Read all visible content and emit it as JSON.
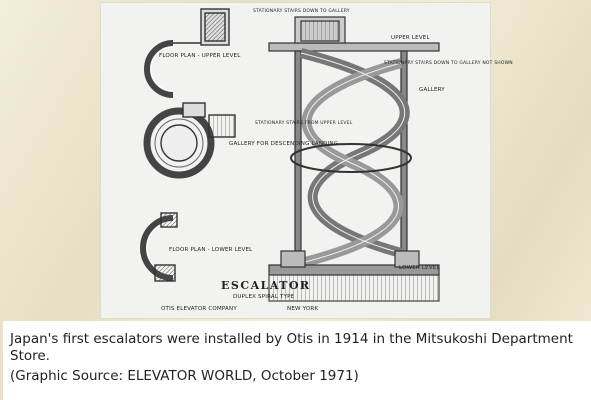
{
  "drawing": {
    "labels": {
      "stairs_top": "STATIONARY STAIRS DOWN TO GALLERY",
      "floor_plan_upper": "FLOOR PLAN - UPPER LEVEL",
      "stairs_from_upper": "STATIONARY STAIRS FROM UPPER LEVEL",
      "gallery_descending": "GALLERY FOR DESCENDING LANDING",
      "floor_plan_lower": "FLOOR PLAN - LOWER LEVEL",
      "upper_level": "UPPER LEVEL",
      "stairs_gallery_note": "STATIONARY STAIRS DOWN TO GALLERY NOT SHOWN",
      "gallery": "GALLERY",
      "lower_level": "LOWER LEVEL",
      "title": "ESCALATOR",
      "subtitle": "DUPLEX SPIRAL TYPE",
      "company": "OTIS ELEVATOR COMPANY",
      "city": "NEW YORK"
    }
  },
  "caption": {
    "line1": "Japan's first escalators were installed by Otis in 1914 in the Mitsukoshi Department",
    "line2": "Store.",
    "line3": "(Graphic Source: ELEVATOR WORLD, October 1971)"
  }
}
